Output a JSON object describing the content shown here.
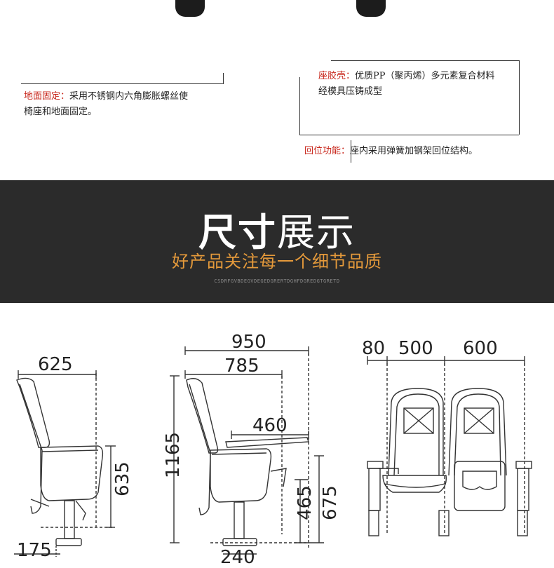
{
  "annotations": {
    "floor_fixing": {
      "key": "地面固定：",
      "line1": "采用不锈钢内六角膨胀螺丝使",
      "line2": "椅座和地面固定。"
    },
    "seat_shell": {
      "key": "座胶壳：",
      "line1": "优质PP（聚丙烯）多元素复合材料",
      "line2": "经模具压铸成型"
    },
    "return": {
      "key": "回位功能：",
      "text": "座内采用弹簧加钢架回位结构。"
    }
  },
  "banner": {
    "title_bold": "尺寸",
    "title_light": "展示",
    "subtitle": "好产品关注每一个细节品质",
    "small_text": "CSDRFGVBDEGVDEGEDGRERTDGHFDGREDGTGRETD"
  },
  "dimensions": {
    "side1": {
      "top": "625",
      "height": "635",
      "base": "175"
    },
    "side2": {
      "top_outer": "950",
      "top_inner": "785",
      "tablet": "460",
      "height": "1165",
      "seat": "465",
      "arm": "675",
      "base": "240"
    },
    "front": {
      "arm": "80",
      "seat_left": "500",
      "seat_right": "600"
    }
  },
  "colors": {
    "banner_bg": "#2b2b2b",
    "subtitle": "#e59a3b",
    "key_text": "#c8261b"
  }
}
